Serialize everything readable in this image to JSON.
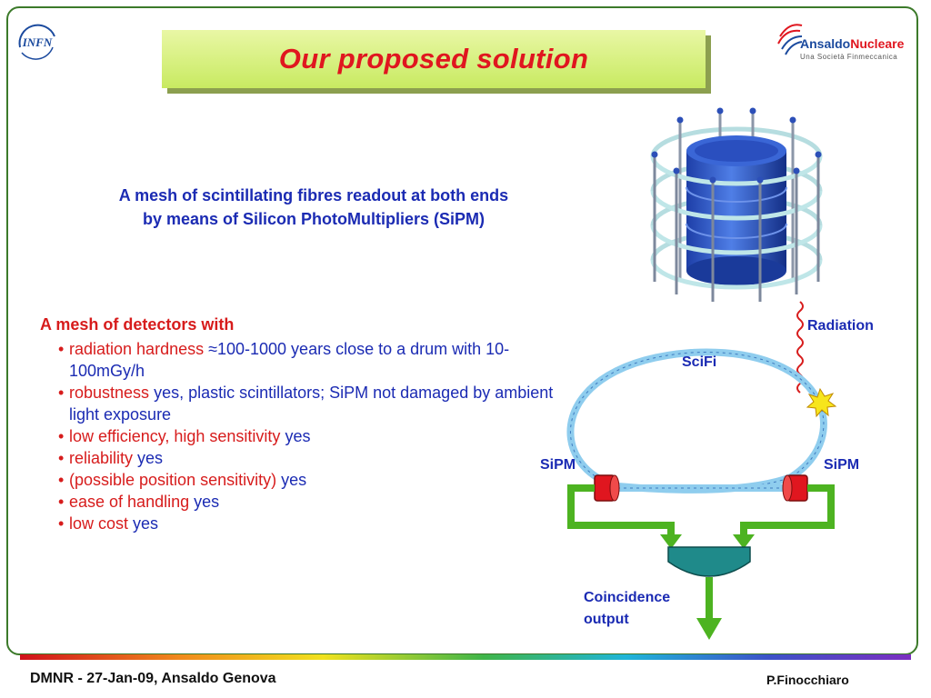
{
  "slide": {
    "title": "Our proposed solution",
    "intro_line1": "A mesh of scintillating fibres readout at both ends",
    "intro_line2": "by means of Silicon PhotoMultipliers (SiPM)",
    "heading": "A mesh of detectors with",
    "bullets": [
      {
        "red": "radiation hardness",
        "blue": " ≈100-1000 years close to a drum with 10-100mGy/h"
      },
      {
        "red": "robustness",
        "blue": " yes, plastic scintillators; SiPM not damaged by ambient light exposure"
      },
      {
        "red": "low efficiency, high sensitivity",
        "blue": " yes"
      },
      {
        "red": "reliability",
        "blue": " yes"
      },
      {
        "red": "(possible position sensitivity)",
        "blue": " yes"
      },
      {
        "red": "ease of handling",
        "blue": " yes"
      },
      {
        "red": "low cost",
        "blue": " yes"
      }
    ]
  },
  "logos": {
    "infn": "INFN",
    "ansaldo_part1": "Ansaldo",
    "ansaldo_part2": "Nucleare",
    "ansaldo_tagline": "Una Società Finmeccanica"
  },
  "diagram": {
    "radiation_label": "Radiation",
    "scifi_label": "SciFi",
    "sipm_left": "SiPM",
    "sipm_right": "SiPM",
    "coincidence_line1": "Coincidence",
    "coincidence_line2": "output"
  },
  "footer": {
    "left": "DMNR - 27-Jan-09, Ansaldo Genova",
    "right": "P.Finocchiaro"
  },
  "colors": {
    "title_red": "#e0161f",
    "text_blue": "#1b2bb3",
    "accent_green": "#4db321",
    "sipm_red": "#e0161f",
    "fibre_blue": "#9fd6f2",
    "gate_teal": "#1f8a8a"
  }
}
